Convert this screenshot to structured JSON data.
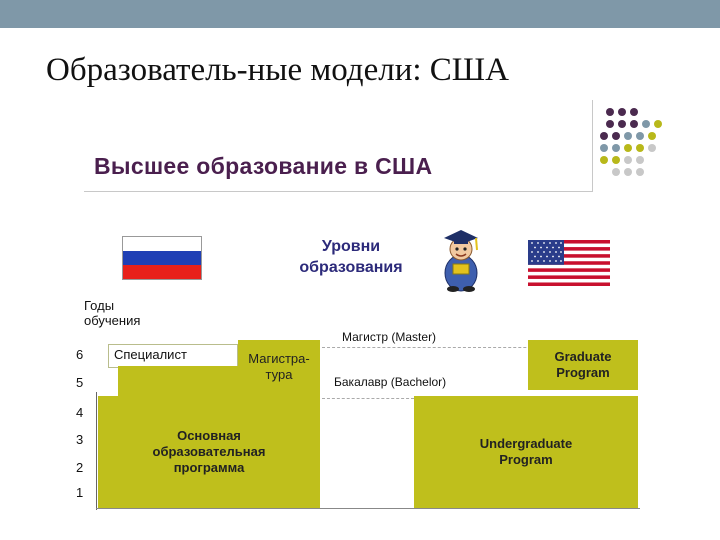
{
  "slide": {
    "title": "Образователь-ные модели: США"
  },
  "figure": {
    "heading": "Высшее образование в США",
    "levels_title": [
      "Уровни",
      "образования"
    ],
    "y_axis_label": [
      "Годы",
      "обучения"
    ],
    "ticks": [
      "6",
      "5",
      "4",
      "3",
      "2",
      "1"
    ],
    "russia": {
      "flag_colors": [
        "#ffffff",
        "#1f3fb5",
        "#e8201a"
      ],
      "specialist_label": "Специалист",
      "magistratura_label": [
        "Магистра-",
        "тура"
      ],
      "base_program_label": [
        "Основная",
        "образовательная",
        "программа"
      ]
    },
    "usa": {
      "master_label": "Магистр (Master)",
      "bachelor_label": "Бакалавр (Bachelor)",
      "graduate_label": [
        "Graduate",
        "Program"
      ],
      "undergraduate_label": [
        "Undergraduate",
        "Program"
      ]
    },
    "colors": {
      "block_fill": "#bfbf1c",
      "heading_color": "#4a1f4e",
      "levels_color": "#2c2a7a",
      "topbar": "#7f98a8"
    },
    "decor_dot_colors": [
      "#4b2a4f",
      "#7f98a8",
      "#b8b81a",
      "#c8c8c8"
    ]
  }
}
